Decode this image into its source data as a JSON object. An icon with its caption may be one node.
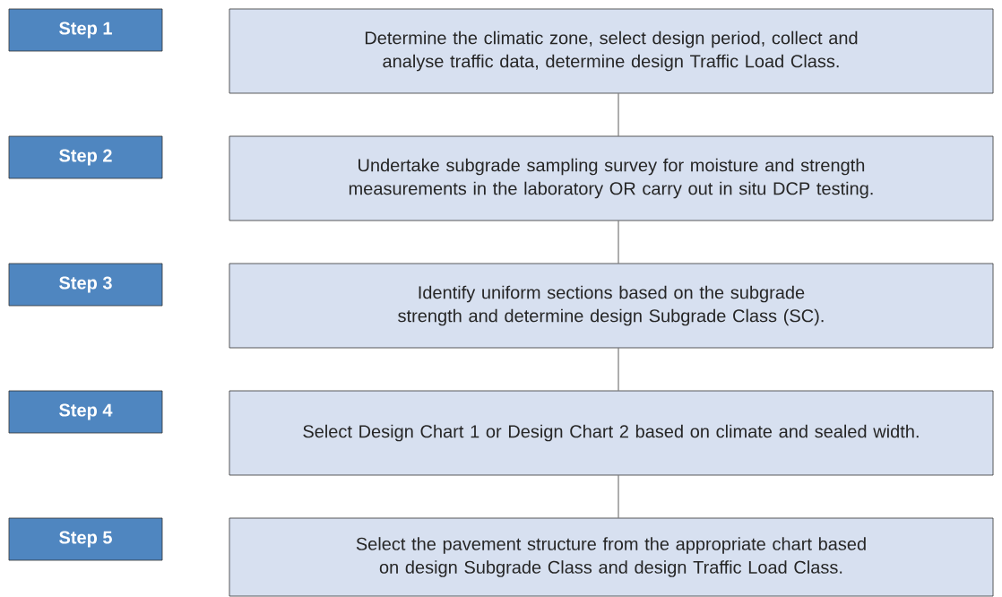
{
  "diagram": {
    "nodes": [
      {
        "text": [
          "Step 1"
        ]
      },
      {
        "text": [
          "Determine the climatic zone, select design period, collect and analyse traffic data, determine design Traffic Load Class."
        ]
      },
      {
        "text": [
          "Step 2"
        ]
      },
      {
        "text": [
          "Undertake subgrade sampling survey for moisture and strength measurements in the laboratory OR carry out in situ DCP testing."
        ]
      },
      {
        "text": [
          "Step 3"
        ]
      },
      {
        "text": [
          "Identify uniform sections based on the subgrade strength and determine design Subgrade Class (SC)."
        ]
      },
      {
        "text": [
          "Step 4"
        ]
      },
      {
        "text": [
          "Select Design Chart 1 or Design Chart 2 based on climate and sealed width."
        ]
      },
      {
        "text": [
          "Step 5"
        ]
      },
      {
        "text": [
          "Select the pavement structure from the appropriate chart based on design Subgrade Class and design Traffic Load Class."
        ]
      }
    ],
    "edges": [
      {
        "from": 1,
        "to": 3,
        "arrow": "none"
      },
      {
        "from": 3,
        "to": 5,
        "arrow": "none"
      },
      {
        "from": 5,
        "to": 7,
        "arrow": "none"
      },
      {
        "from": 7,
        "to": 9,
        "arrow": "none"
      }
    ]
  }
}
